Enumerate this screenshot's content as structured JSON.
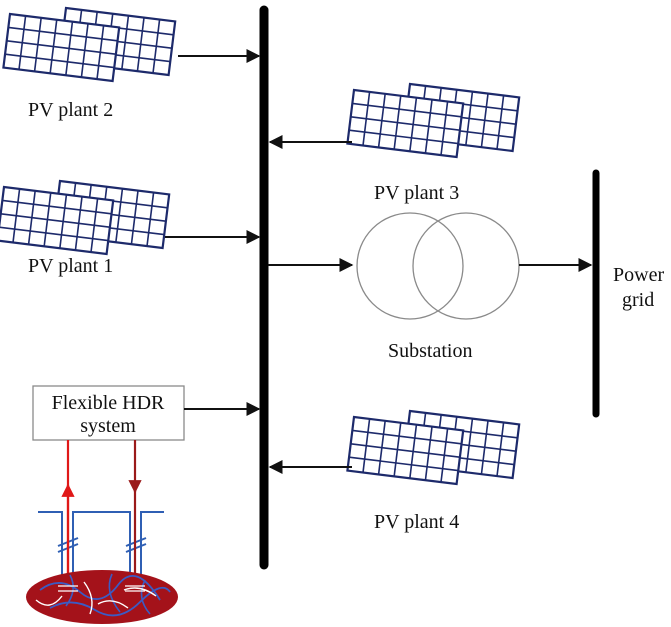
{
  "labels": {
    "pv_plant_2": "PV plant 2",
    "pv_plant_1": "PV plant 1",
    "pv_plant_3": "PV plant 3",
    "pv_plant_4": "PV plant 4",
    "substation": "Substation",
    "power_grid_line1": "Power",
    "power_grid_line2": "grid",
    "hdr_line1": "Flexible HDR",
    "hdr_line2": "system"
  },
  "colors": {
    "panel": "#1d2a6b",
    "injection_pipe": "#e01818",
    "production_pipe": "#9a1a1a",
    "well_pipe": "#2f5fb4",
    "reservoir": "#a4121a",
    "fracture": "#3b5bc4"
  },
  "icons": {
    "solar_panel": "solar-panel-pair-icon",
    "transformer": "two-winding-transformer-icon",
    "reservoir": "geothermal-reservoir-icon"
  }
}
